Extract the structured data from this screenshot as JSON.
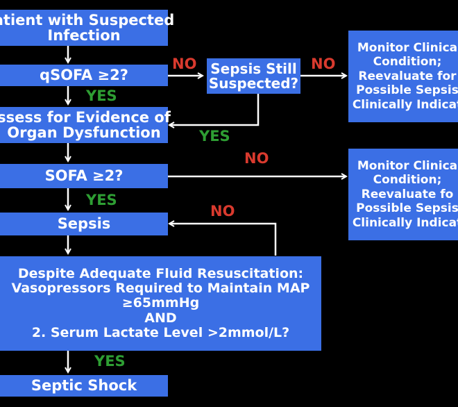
{
  "nodes": {
    "patient": [
      "atient with Suspected",
      "Infection"
    ],
    "qsofa": [
      "qSOFA ≥2?"
    ],
    "still": [
      "Sepsis Still",
      "Suspected?"
    ],
    "monitor1": [
      "Monitor Clinica",
      "Condition;",
      "Reevaluate for",
      "Possible Sepsis",
      "Clinically Indicat"
    ],
    "assess": [
      "ssess for Evidence of",
      "Organ Dysfunction"
    ],
    "sofa": [
      "SOFA ≥2?"
    ],
    "monitor2": [
      "Monitor Clinica",
      "Condition;",
      "Reevaluate fo",
      "Possible Sepsis",
      "Clinically Indicat"
    ],
    "sepsis": [
      "Sepsis"
    ],
    "despite": [
      "Despite Adequate Fluid Resuscitation:",
      "Vasopressors Required to Maintain MAP",
      "≥65mmHg",
      "AND",
      "2. Serum Lactate Level >2mmol/L?"
    ],
    "shock": [
      "Septic Shock"
    ]
  },
  "edge_labels": {
    "yes": "YES",
    "no": "NO"
  },
  "colors": {
    "box": "#3B6FE5",
    "yes": "#2E9E33",
    "no": "#D93A2E",
    "arrow": "#FFFFFF"
  }
}
